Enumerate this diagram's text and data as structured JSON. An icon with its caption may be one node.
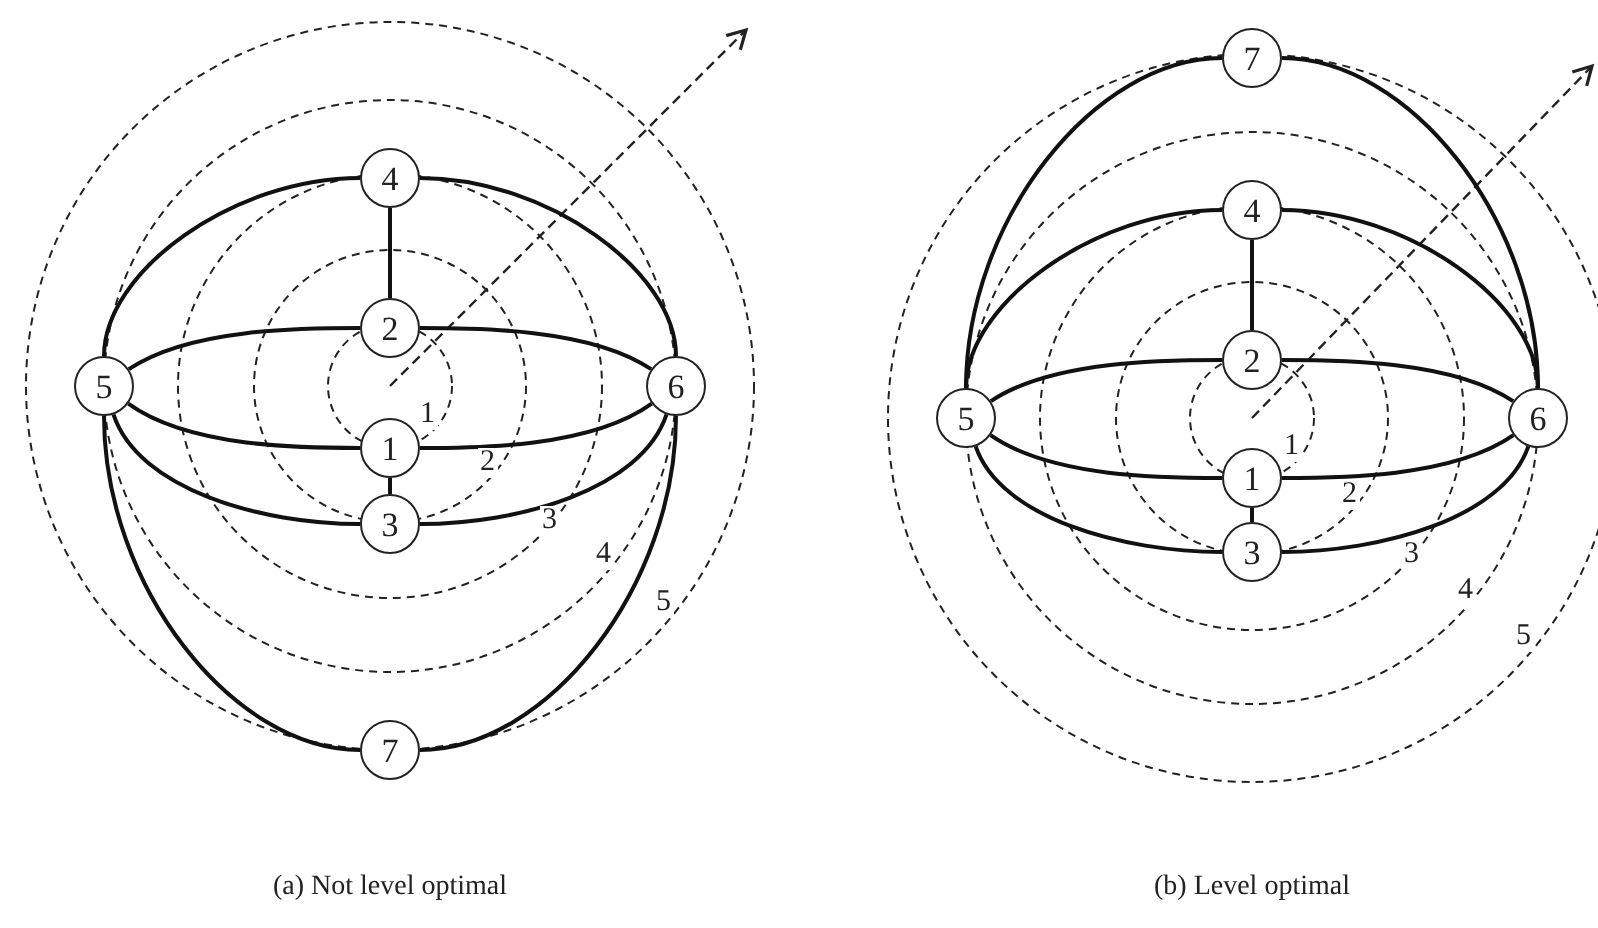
{
  "diagram": {
    "nodes": [
      {
        "text": [
          "1"
        ]
      },
      {
        "text": [
          "2"
        ]
      },
      {
        "text": [
          "3"
        ]
      },
      {
        "text": [
          "4"
        ]
      },
      {
        "text": [
          "5"
        ]
      },
      {
        "text": [
          "6"
        ]
      },
      {
        "text": [
          "7"
        ]
      },
      {
        "text": [
          "1"
        ]
      },
      {
        "text": [
          "2"
        ]
      },
      {
        "text": [
          "3"
        ]
      },
      {
        "text": [
          "4"
        ]
      },
      {
        "text": [
          "5"
        ]
      },
      {
        "text": [
          "6"
        ]
      },
      {
        "text": [
          "7"
        ]
      }
    ],
    "edges": [
      {
        "from": 3,
        "to": 1,
        "arrow": "none"
      },
      {
        "from": 0,
        "to": 2,
        "arrow": "none"
      },
      {
        "from": 4,
        "to": 3,
        "arrow": "none"
      },
      {
        "from": 5,
        "to": 3,
        "arrow": "none"
      },
      {
        "from": 4,
        "to": 1,
        "arrow": "none"
      },
      {
        "from": 5,
        "to": 1,
        "arrow": "none"
      },
      {
        "from": 4,
        "to": 0,
        "arrow": "none"
      },
      {
        "from": 5,
        "to": 0,
        "arrow": "none"
      },
      {
        "from": 4,
        "to": 2,
        "arrow": "none"
      },
      {
        "from": 5,
        "to": 2,
        "arrow": "none"
      },
      {
        "from": 4,
        "to": 6,
        "arrow": "none"
      },
      {
        "from": 5,
        "to": 6,
        "arrow": "none"
      },
      {
        "from": 10,
        "to": 8,
        "arrow": "none"
      },
      {
        "from": 7,
        "to": 9,
        "arrow": "none"
      },
      {
        "from": 11,
        "to": 13,
        "arrow": "none"
      },
      {
        "from": 12,
        "to": 13,
        "arrow": "none"
      },
      {
        "from": 11,
        "to": 10,
        "arrow": "none"
      },
      {
        "from": 12,
        "to": 10,
        "arrow": "none"
      },
      {
        "from": 11,
        "to": 8,
        "arrow": "none"
      },
      {
        "from": 12,
        "to": 8,
        "arrow": "none"
      },
      {
        "from": 11,
        "to": 7,
        "arrow": "none"
      },
      {
        "from": 12,
        "to": 7,
        "arrow": "none"
      },
      {
        "from": 11,
        "to": 9,
        "arrow": "none"
      },
      {
        "from": 12,
        "to": 9,
        "arrow": "none"
      }
    ],
    "labels": [
      "1",
      "2",
      "3",
      "4",
      "5",
      "(a) Not level optimal",
      "1",
      "2",
      "3",
      "4",
      "5",
      "(b) Level optimal"
    ]
  }
}
